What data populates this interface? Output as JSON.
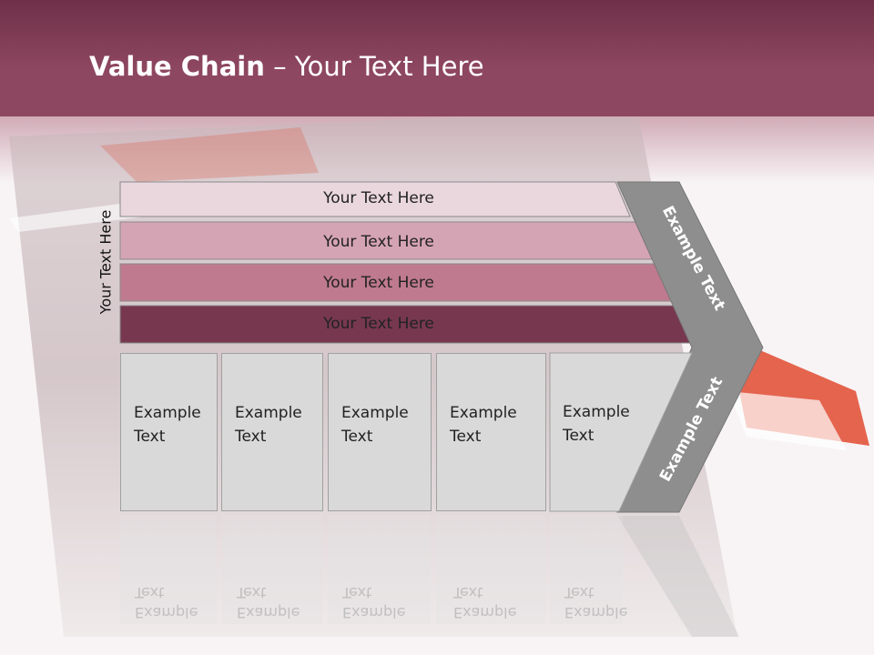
{
  "slide": {
    "title_bold": "Value Chain",
    "title_rest": " – Your Text Here",
    "side_label": "Your Text Here",
    "rows": [
      {
        "label": "Your Text Here",
        "color": "#ead7de"
      },
      {
        "label": "Your Text Here",
        "color": "#d5a4b4"
      },
      {
        "label": "Your Text Here",
        "color": "#bf7a8f"
      },
      {
        "label": "Your Text Here",
        "color": "#77384f"
      }
    ],
    "boxes": [
      {
        "label": "Example\nText"
      },
      {
        "label": "Example\nText"
      },
      {
        "label": "Example\nText"
      },
      {
        "label": "Example\nText"
      },
      {
        "label": "Example\nText"
      }
    ],
    "arrow_upper_label": "Example Text",
    "arrow_lower_label": "Example Text",
    "colors": {
      "header": "#7c3550",
      "arrow": "#8e8e8e",
      "box": "#d9d9d9"
    }
  }
}
